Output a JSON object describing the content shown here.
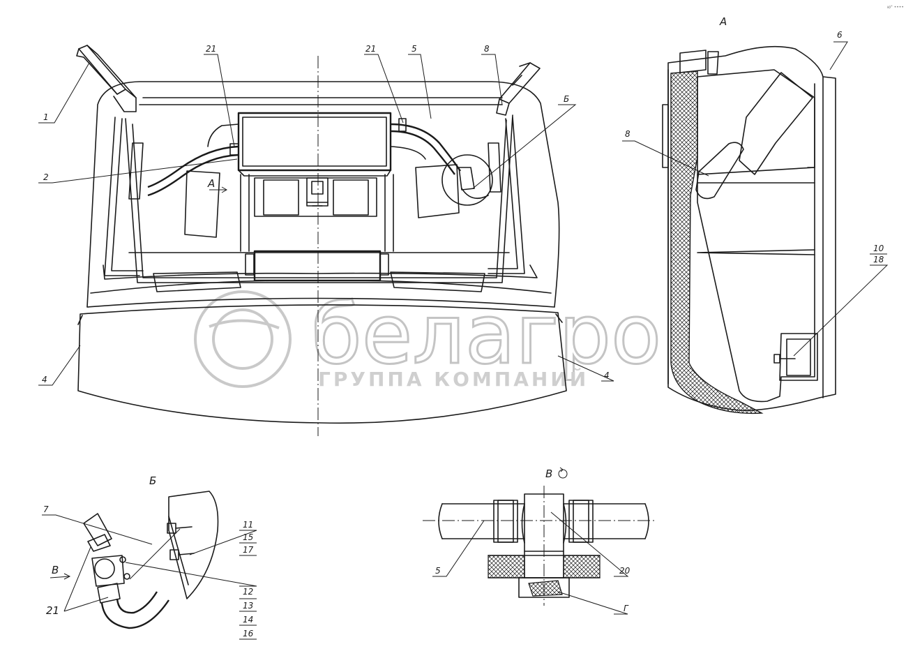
{
  "corner_mark": "ю\" ••••",
  "watermark": {
    "brand": "белагро",
    "tagline": "ГРУППА КОМПАНИЙ"
  },
  "main_view": {
    "labels": [
      "21",
      "21",
      "5",
      "8",
      "Б",
      "1",
      "2",
      "А",
      "4",
      "4"
    ]
  },
  "view_a": {
    "title": "А",
    "labels": [
      "6",
      "8",
      "10",
      "18"
    ]
  },
  "view_b": {
    "title": "Б",
    "labels": [
      "7",
      "В",
      "21",
      "11",
      "15",
      "17",
      "12",
      "13",
      "14",
      "16"
    ]
  },
  "view_v": {
    "title": "В",
    "labels": [
      "5",
      "20",
      "Г"
    ]
  }
}
